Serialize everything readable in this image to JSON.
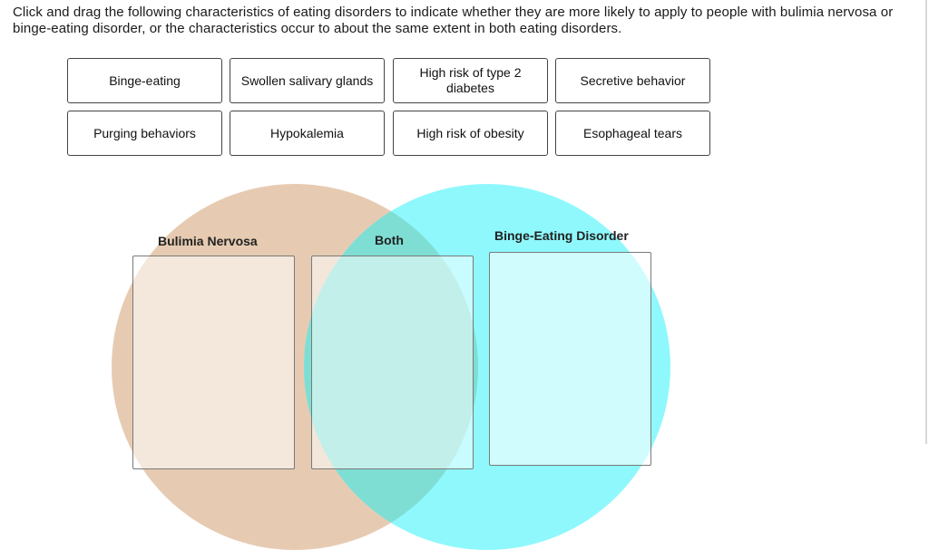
{
  "instructions": "Click and drag the following characteristics of eating disorders to indicate whether they are more likely to apply to people with bulimia nervosa or binge-eating disorder, or the characteristics occur to about the same extent in both eating disorders.",
  "characteristics": [
    "Binge-eating",
    "Swollen salivary glands",
    "High risk of type 2\ndiabetes",
    "Secretive behavior",
    "Purging behaviors",
    "Hypokalemia",
    "High risk of obesity",
    "Esophageal tears"
  ],
  "zones": {
    "bulimia": "Bulimia Nervosa",
    "both": "Both",
    "bed": "Binge-Eating Disorder"
  },
  "colors": {
    "bulimia_circle": "#e6cbb2",
    "bed_circle": "#8ff8fc",
    "overlap": "#7fded4"
  }
}
